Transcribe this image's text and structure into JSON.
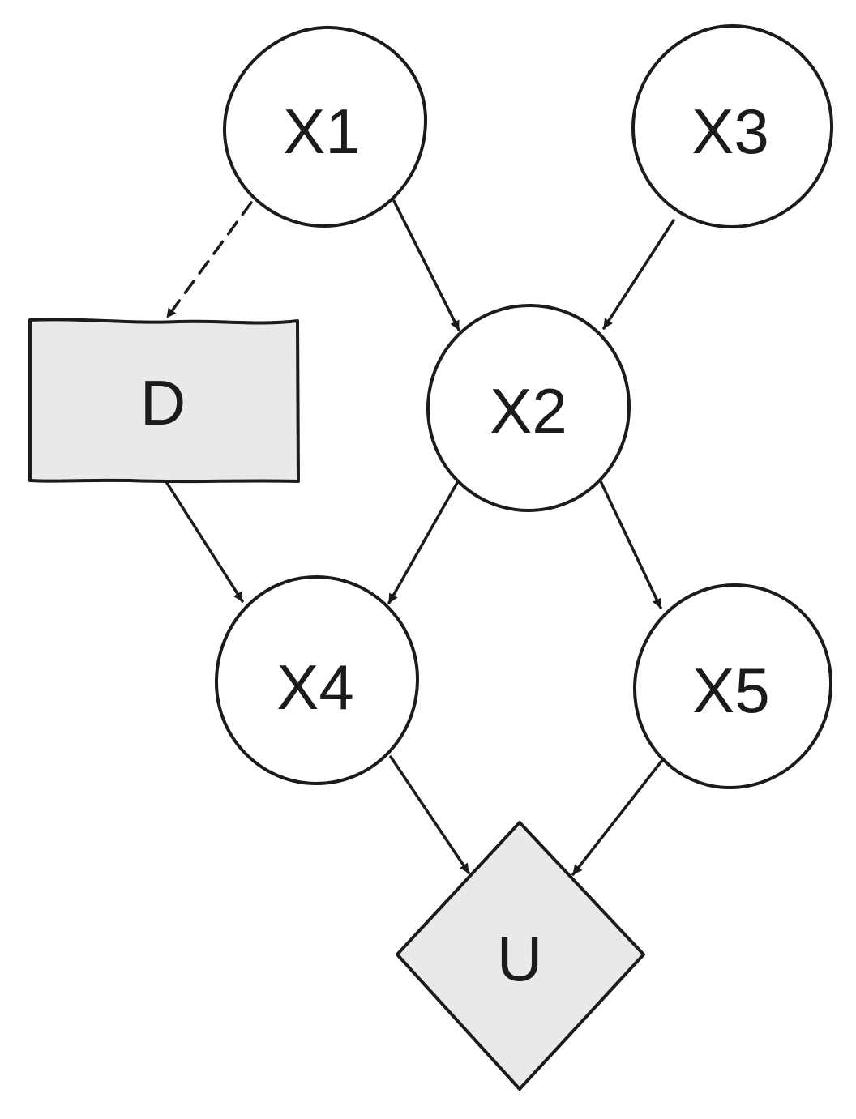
{
  "diagram": {
    "nodes": [
      {
        "id": "X1",
        "label": "X1",
        "shape": "circle",
        "fill": "#ffffff"
      },
      {
        "id": "X3",
        "label": "X3",
        "shape": "circle",
        "fill": "#ffffff"
      },
      {
        "id": "D",
        "label": "D",
        "shape": "rectangle",
        "fill": "#e9e9e9"
      },
      {
        "id": "X2",
        "label": "X2",
        "shape": "circle",
        "fill": "#ffffff"
      },
      {
        "id": "X4",
        "label": "X4",
        "shape": "circle",
        "fill": "#ffffff"
      },
      {
        "id": "X5",
        "label": "X5",
        "shape": "circle",
        "fill": "#ffffff"
      },
      {
        "id": "U",
        "label": "U",
        "shape": "diamond",
        "fill": "#e9e9e9"
      }
    ],
    "edges": [
      {
        "from": "X1",
        "to": "D",
        "style": "dashed"
      },
      {
        "from": "X1",
        "to": "X2",
        "style": "solid"
      },
      {
        "from": "X3",
        "to": "X2",
        "style": "solid"
      },
      {
        "from": "D",
        "to": "X4",
        "style": "solid"
      },
      {
        "from": "X2",
        "to": "X4",
        "style": "solid"
      },
      {
        "from": "X2",
        "to": "X5",
        "style": "solid"
      },
      {
        "from": "X4",
        "to": "U",
        "style": "solid"
      },
      {
        "from": "X5",
        "to": "U",
        "style": "solid"
      }
    ]
  },
  "colors": {
    "stroke": "#1b1b1b",
    "decision_fill": "#e9e9e9",
    "utility_fill": "#e9e9e9",
    "chance_fill": "#ffffff"
  }
}
